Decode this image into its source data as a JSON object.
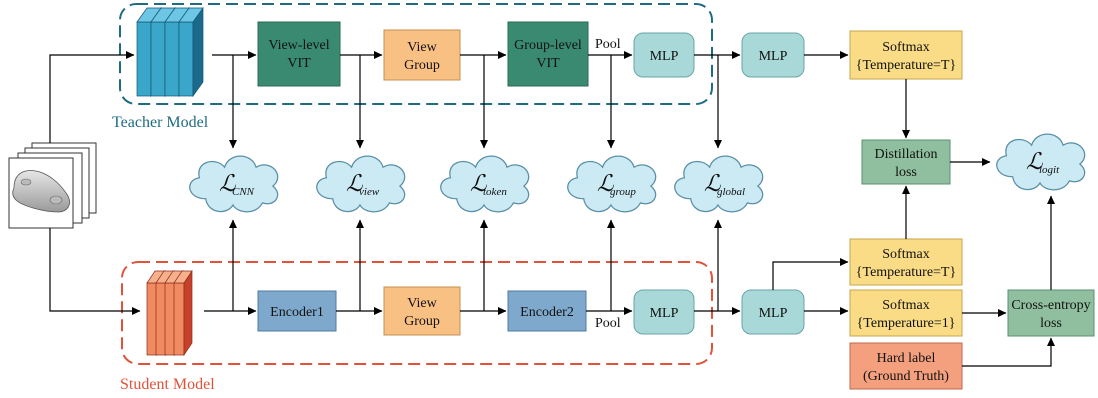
{
  "colors": {
    "teacher_dash": "#1f6b82",
    "student_dash": "#e0533a",
    "teal_block": "#3a8a72",
    "orange_block": "#f9c083",
    "blue_block": "#7fa9cc",
    "mlp_block": "#a8d8d8",
    "softmax_block": "#f9dc85",
    "green_block": "#8fbf9e",
    "salmon_block": "#f4a07f",
    "cloud_fill": "#cbeaf4",
    "cloud_stroke": "#5a8fa6"
  },
  "teacher": {
    "label": "Teacher Model",
    "view_vit": [
      "View-level",
      "VIT"
    ],
    "view_group": [
      "View",
      "Group"
    ],
    "group_vit": [
      "Group-level",
      "VIT"
    ],
    "pool": "Pool",
    "mlp_inner": "MLP",
    "mlp_outer": "MLP",
    "softmax": [
      "Softmax",
      "{Temperature=T}"
    ]
  },
  "student": {
    "label": "Student Model",
    "encoder1": "Encoder1",
    "view_group": [
      "View",
      "Group"
    ],
    "encoder2": "Encoder2",
    "pool": "Pool",
    "mlp_inner": "MLP",
    "mlp_outer": "MLP",
    "softmax_t": [
      "Softmax",
      "{Temperature=T}"
    ],
    "softmax_1": [
      "Softmax",
      "{Temperature=1}"
    ]
  },
  "losses": {
    "symbol": "ℒ",
    "cnn": "CNN",
    "view": "view",
    "token": "token",
    "group": "group",
    "global": "global",
    "logit": "logit"
  },
  "distillation": [
    "Distillation",
    "loss"
  ],
  "cross_entropy": [
    "Cross-entropy",
    "loss"
  ],
  "hard_label": [
    "Hard label",
    "(Ground Truth)"
  ],
  "icons": {
    "input": "car-model-views-icon",
    "teacher_cnn": "cnn-layers-icon",
    "student_cnn": "cnn-layers-icon",
    "cloud": "loss-cloud-icon"
  }
}
